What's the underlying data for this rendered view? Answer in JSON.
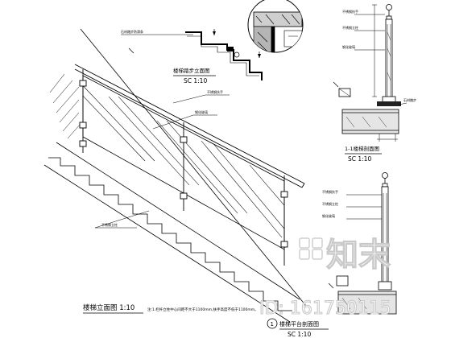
{
  "drawing": {
    "main_elevation": {
      "title": "楼梯立面图 1:10",
      "note": "注:1.栏杆立柱中心间距不大于1100mm,扶手高度不低于1100mm。",
      "labels": [
        "不锈钢扶手",
        "钢化玻璃",
        "不锈钢立柱"
      ]
    },
    "step_section": {
      "title": "楼梯踏步立面图",
      "scale": "SC 1:10",
      "labels": [
        "石材踏步防滑条"
      ]
    },
    "rail_section_1": {
      "title": "1-1楼梯剖面图",
      "scale": "SC 1:10",
      "labels": [
        "不锈钢扶手",
        "不锈钢立柱",
        "钢化玻璃",
        "石材踏步"
      ]
    },
    "platform_section": {
      "marker": "1",
      "title": "楼梯平台剖面图",
      "scale": "SC 1:10",
      "labels": [
        "不锈钢扶手",
        "不锈钢立柱",
        "钢化玻璃"
      ]
    },
    "watermark": {
      "logo_text": "知末",
      "id_text": "ID: 161750115"
    }
  }
}
